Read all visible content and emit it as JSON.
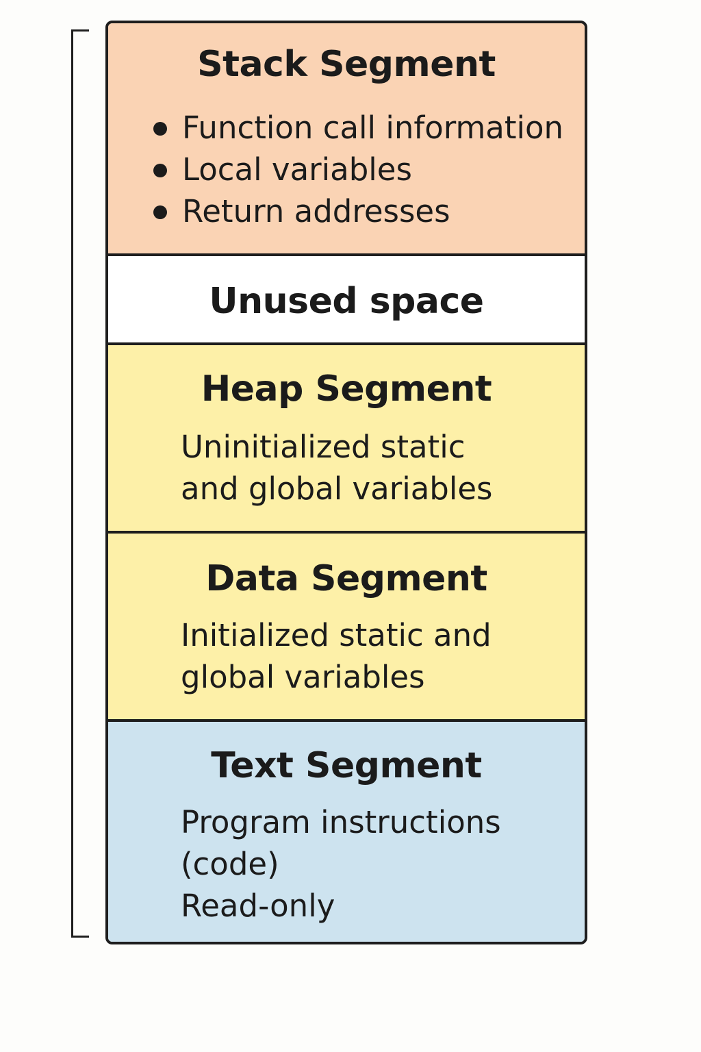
{
  "colors": {
    "stack": "#fad3b4",
    "unused": "#ffffff",
    "heap": "#fdf0a8",
    "data": "#fdf0a8",
    "text": "#cde3ef",
    "border": "#1e1e1e"
  },
  "segments": {
    "stack": {
      "title": "Stack Segment",
      "items": [
        "Function call information",
        "Local variables",
        "Return addresses"
      ]
    },
    "unused": {
      "title": "Unused space"
    },
    "heap": {
      "title": "Heap Segment",
      "lines": [
        "Uninitialized static",
        "and global variables"
      ]
    },
    "data": {
      "title": "Data Segment",
      "lines": [
        "Initialized static and",
        "global variables"
      ]
    },
    "text": {
      "title": "Text Segment",
      "lines": [
        "Program instructions",
        "(code)",
        "Read-only"
      ]
    }
  }
}
